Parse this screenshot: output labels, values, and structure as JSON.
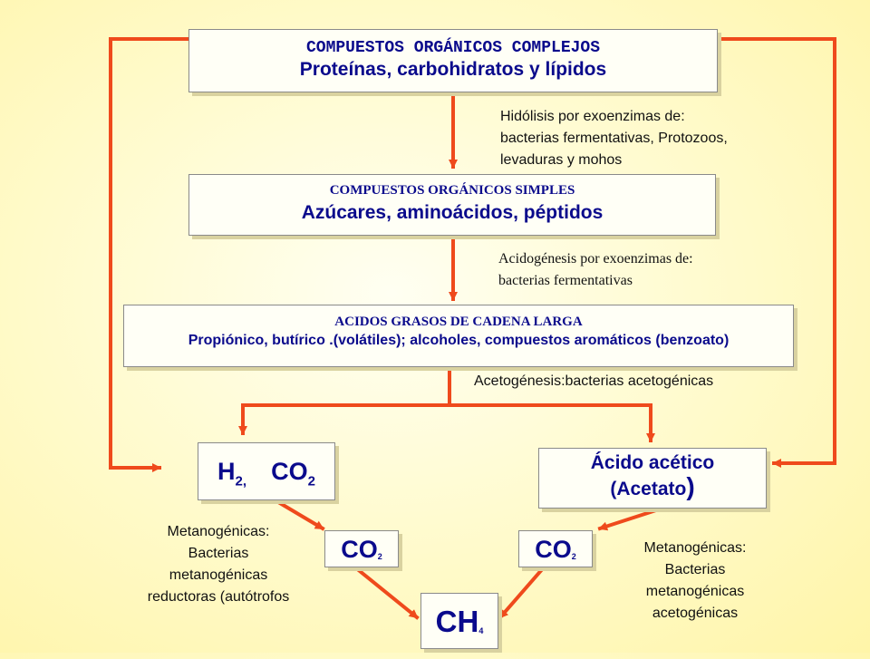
{
  "colors": {
    "arrow": "#ef4a1c",
    "text_blue": "#0a0a8c",
    "box_fill": "#fffff6"
  },
  "box1": {
    "title": "COMPUESTOS ORGÁNICOS COMPLEJOS",
    "subtitle": "Proteínas, carbohidratos y lípidos"
  },
  "note_hidrolisis": [
    "Hidólisis por exoenzimas de:",
    "bacterias fermentativas, Protozoos,",
    "levaduras y mohos"
  ],
  "box2": {
    "title": "COMPUESTOS ORGÁNICOS SIMPLES",
    "subtitle": "Azúcares, aminoácidos, péptidos"
  },
  "note_acidogenesis": [
    "Acidogénesis por exoenzimas de:",
    "bacterias fermentativas"
  ],
  "box3": {
    "title": "ACIDOS GRASOS DE CADENA LARGA",
    "subtitle": "Propiónico, butírico .(volátiles); alcoholes, compuestos aromáticos (benzoato)"
  },
  "note_acetogenesis": "Acetogénesis:bacterias acetogénicas",
  "box_h2co2": {
    "h": "H",
    "h_sub": "2,",
    "co": "CO",
    "co_sub": "2"
  },
  "box_acetico": {
    "line1": "Ácido acético",
    "line2": "(Acetato",
    "paren": ")"
  },
  "box_co2_left": {
    "co": "CO",
    "sub": "2"
  },
  "box_co2_right": {
    "co": "CO",
    "sub": "2"
  },
  "box_ch4": {
    "ch": "CH",
    "sub": "4"
  },
  "note_metano_left": [
    "Metanogénicas:",
    "Bacterias",
    "metanogénicas",
    "reductoras (autótrofos"
  ],
  "note_metano_right": [
    "Metanogénicas:",
    "Bacterias",
    "metanogénicas",
    "acetogénicas"
  ]
}
